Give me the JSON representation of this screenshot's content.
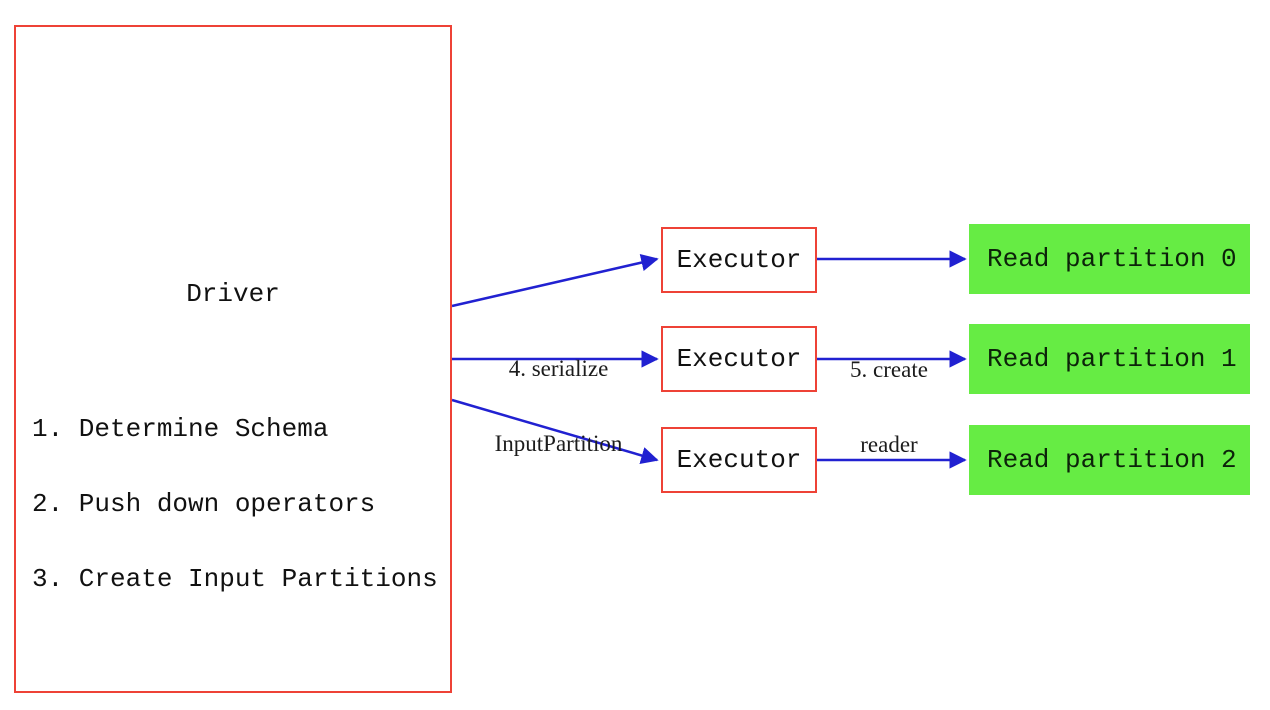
{
  "diagram": {
    "driver": {
      "title": "Driver",
      "steps": [
        "1. Determine Schema",
        "2. Push down operators",
        "3. Create Input Partitions"
      ]
    },
    "executors": [
      {
        "label": "Executor"
      },
      {
        "label": "Executor"
      },
      {
        "label": "Executor"
      }
    ],
    "partitions": [
      {
        "label": "Read partition 0"
      },
      {
        "label": "Read partition 1"
      },
      {
        "label": "Read partition 2"
      }
    ],
    "edge_labels": {
      "serialize": {
        "line1": "4. serialize",
        "line2": "InputPartition"
      },
      "create_reader": {
        "line1": "5. create",
        "line2": "reader"
      }
    },
    "colors": {
      "box_border_red": "#ee4236",
      "arrow_blue": "#2121d1",
      "partition_green": "#66ec44"
    }
  }
}
